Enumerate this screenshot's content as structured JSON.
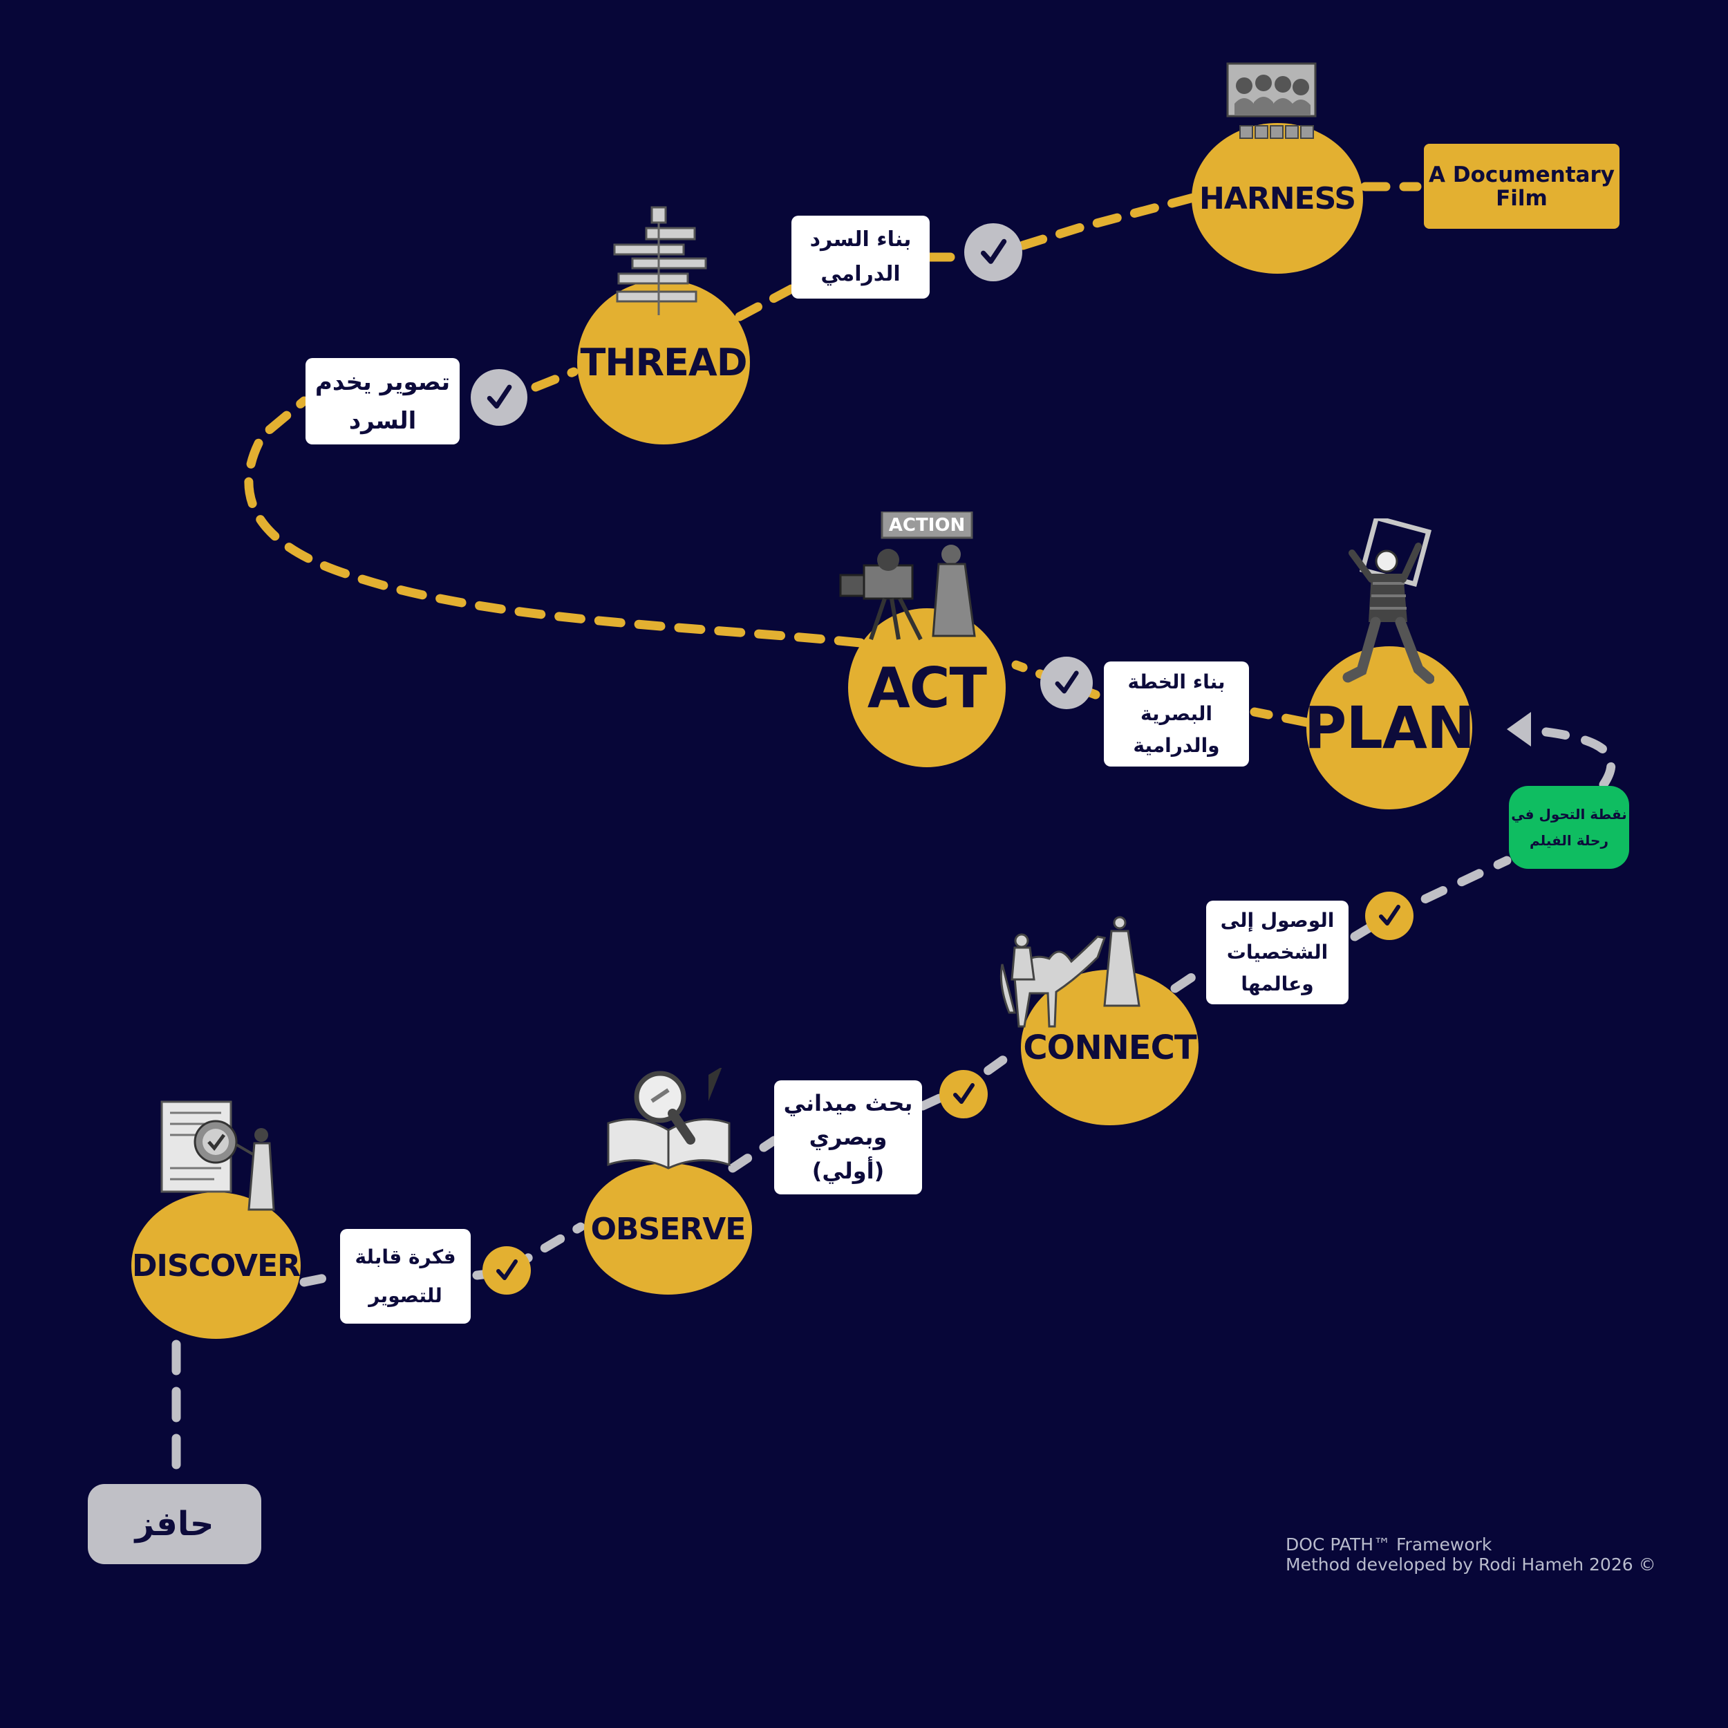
{
  "colors": {
    "background": "#070638",
    "node_fill": "#e3b031",
    "node_text": "#0d0b3b",
    "path_gold": "#e3b031",
    "path_grey": "#c0c0c6",
    "turning_point": "#0fbd61",
    "start_box": "#c0c0c6",
    "note_box": "#ffffff"
  },
  "start": {
    "label": "حافز"
  },
  "stages": {
    "discover": "DISCOVER",
    "observe": "OBSERVE",
    "connect": "CONNECT",
    "plan": "PLAN",
    "act": "ACT",
    "thread": "THREAD",
    "harness": "HARNESS"
  },
  "notes": {
    "filmable_idea": "فكرة قابلة\nللتصوير",
    "field_research": "بحث ميداني\nوبصري\n(أولي)",
    "access_characters": "الوصول إلى\nالشخصيات\nوعالمها",
    "visual_plan": "بناء الخطة\nالبصرية\nوالدرامية",
    "narrative_shooting": "تصوير يخدم\nالسرد",
    "dramatic_structure": "بناء السرد\nالدرامي"
  },
  "turning_point": {
    "label": "نقطة التحول في\nرحلة الفيلم"
  },
  "result": {
    "label": "A Documentary\nFilm"
  },
  "illustrations": {
    "action_sign": "ACTION",
    "discover_art": "document-seal-icon",
    "observe_art": "book-magnifier-icon",
    "connect_art": "camel-caravan-icon",
    "plan_art": "mime-frame-icon",
    "act_art": "film-camera-operator-icon",
    "thread_art": "film-reel-stack-icon",
    "harness_art": "audience-screening-icon"
  },
  "footer": {
    "line1": "DOC PATH™ Framework",
    "line2": "Method developed by Rodi Hameh 2026 ©"
  }
}
